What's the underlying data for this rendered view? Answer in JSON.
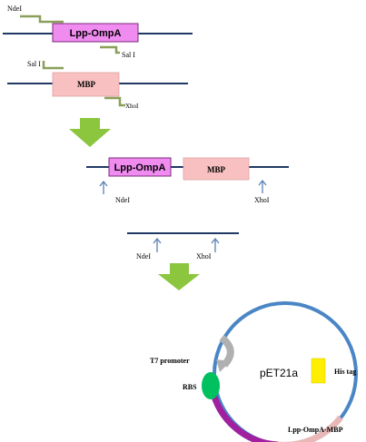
{
  "colors": {
    "dna_line": "#1f3864",
    "lpp_fill": "#f08cf0",
    "lpp_stroke": "#7b2a7b",
    "mbp_fill": "#f8c0c0",
    "primer": "#8aa05a",
    "process_arrow": "#8cc63f",
    "site_arrow": "#5b7fb5",
    "plasmid": "#4a86c5",
    "plasmid_gray": "#b0b0b0",
    "rbs": "#00c060",
    "his_tag": "#ffee00",
    "insert_purple": "#a020a0",
    "insert_pink": "#e8b8b8"
  },
  "step1": {
    "site_left": "NdeI",
    "gene": "Lpp-OmpA",
    "site_right": "Sal I"
  },
  "step2": {
    "site_left": "Sal I",
    "gene": "MBP",
    "site_right": "XhoI"
  },
  "fusion": {
    "gene1": "Lpp-OmpA",
    "gene2": "MBP",
    "site_left": "NdeI",
    "site_right": "XhoI"
  },
  "vector": {
    "site_left": "NdeI",
    "site_right": "XhoI"
  },
  "plasmid": {
    "name": "pET21a",
    "t7_label": "T7 promoter",
    "rbs_label": "RBS",
    "his_label": "His tag",
    "insert_label": "Lpp-OmpA-MBP"
  }
}
